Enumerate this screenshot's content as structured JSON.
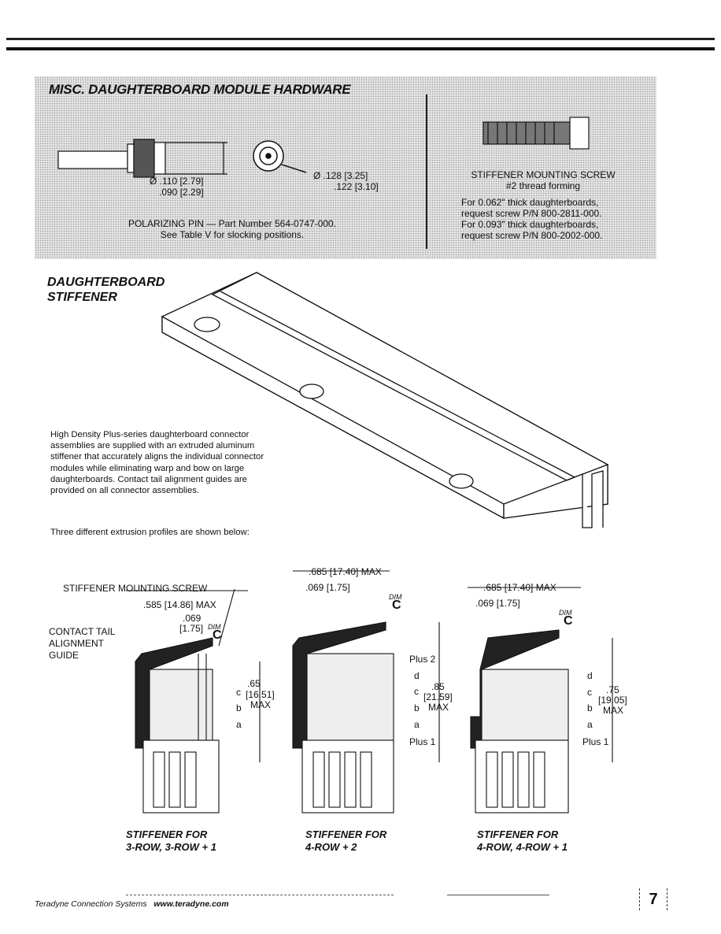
{
  "hardware": {
    "title": "MISC. DAUGHTERBOARD MODULE HARDWARE",
    "pin_dim_a": "Ø .110 [2.79]",
    "pin_dim_b": ".090 [2.29]",
    "pin_dim_c": "Ø .128 [3.25]",
    "pin_dim_d": ".122 [3.10]",
    "pin_caption_1": "POLARIZING PIN — Part Number 564-0747-000.",
    "pin_caption_2": "See Table V for slocking positions.",
    "screw_caption_1": "STIFFENER MOUNTING SCREW",
    "screw_caption_2": "#2 thread forming",
    "screw_line_1": "For 0.062\" thick daughterboards,",
    "screw_line_2": "request screw P/N 800-2811-000.",
    "screw_line_3": "For 0.093\" thick daughterboards,",
    "screw_line_4": "request screw P/N 800-2002-000."
  },
  "stiffener": {
    "title_1": "DAUGHTERBOARD",
    "title_2": "STIFFENER",
    "body_1": "High Density Plus-series daughterboard connector assemblies are supplied with an extruded aluminum stiffener that accurately aligns the individual connector modules while eliminating warp and bow on large daughterboards. Contact tail alignment guides are provided on all connector assemblies.",
    "body_2": "Three different extrusion profiles are shown below:"
  },
  "profiles": {
    "left": {
      "screw_label": "STIFFENER MOUNTING SCREW",
      "guide_label_1": "CONTACT TAIL",
      "guide_label_2": "ALIGNMENT",
      "guide_label_3": "GUIDE",
      "dim_width": ".585 [14.86] MAX",
      "dim_off_1": ".069",
      "dim_off_2": "[1.75]",
      "dim_label": "DIM",
      "dim_c": "C",
      "height_1": ".65",
      "height_2": "[16.51]",
      "height_3": "MAX",
      "rows": [
        "c",
        "b",
        "a"
      ],
      "caption_1": "STIFFENER FOR",
      "caption_2": "3-ROW, 3-ROW + 1"
    },
    "middle": {
      "dim_width": ".685 [17.40] MAX",
      "dim_off": ".069 [1.75]",
      "dim_label": "DIM",
      "dim_c": "C",
      "height_1": ".85",
      "height_2": "[21.59]",
      "height_3": "MAX",
      "plus_top": "Plus 2",
      "rows": [
        "d",
        "c",
        "b",
        "a"
      ],
      "plus_bottom": "Plus 1",
      "caption_1": "STIFFENER FOR",
      "caption_2": "4-ROW + 2"
    },
    "right": {
      "dim_width": ".685 [17.40] MAX",
      "dim_off": ".069 [1.75]",
      "dim_label": "DIM",
      "dim_c": "C",
      "height_1": ".75",
      "height_2": "[19.05]",
      "height_3": "MAX",
      "rows": [
        "d",
        "c",
        "b",
        "a"
      ],
      "plus_bottom": "Plus 1",
      "caption_1": "STIFFENER FOR",
      "caption_2": "4-ROW, 4-ROW + 1"
    }
  },
  "footer": {
    "company": "Teradyne Connection Systems",
    "url": "www.teradyne.com",
    "page": "7"
  }
}
